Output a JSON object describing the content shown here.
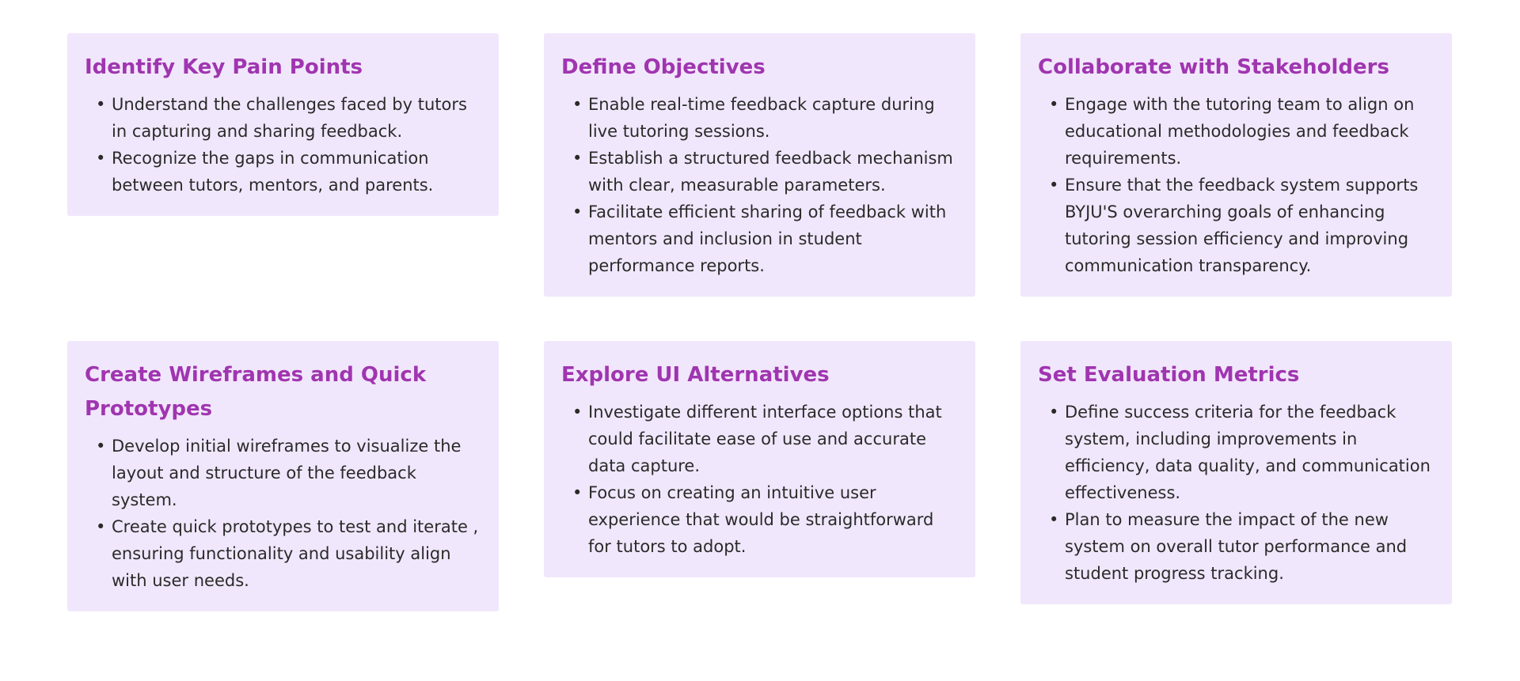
{
  "cards": [
    {
      "title": "Identify Key Pain Points",
      "bullets": [
        "Understand the challenges faced by tutors in capturing and sharing feedback.",
        "Recognize the gaps in communication between tutors, mentors, and parents."
      ]
    },
    {
      "title": "Define Objectives",
      "bullets": [
        "Enable real-time feedback capture during live tutoring sessions.",
        "Establish a structured feedback mechanism with clear, measurable parameters.",
        "Facilitate efficient sharing of feedback with mentors and inclusion in student performance reports."
      ]
    },
    {
      "title": "Collaborate with Stakeholders",
      "bullets": [
        "Engage with the tutoring team to align on educational methodologies and feedback requirements.",
        "Ensure that the feedback system supports BYJU'S overarching goals of enhancing tutoring session efficiency and improving communication transparency."
      ]
    },
    {
      "title": "Create Wireframes and Quick Prototypes",
      "bullets": [
        "Develop initial wireframes to visualize the layout and structure of the feedback system.",
        "Create quick prototypes to test and iterate , ensuring functionality and usability align with user needs."
      ]
    },
    {
      "title": "Explore UI Alternatives",
      "bullets": [
        "Investigate different interface options that could facilitate ease of use and accurate data capture.",
        "Focus on creating an intuitive user experience that would be straightforward for tutors to adopt."
      ]
    },
    {
      "title": "Set Evaluation Metrics",
      "bullets": [
        "Define success criteria for the feedback system, including improvements in efficiency, data quality, and communication effectiveness.",
        "Plan to measure the impact of the new system on overall tutor performance and student progress tracking."
      ]
    }
  ],
  "colors": {
    "card_background": "#f1e7fc",
    "title": "#a035b0",
    "body_text": "#2a2a2a"
  }
}
